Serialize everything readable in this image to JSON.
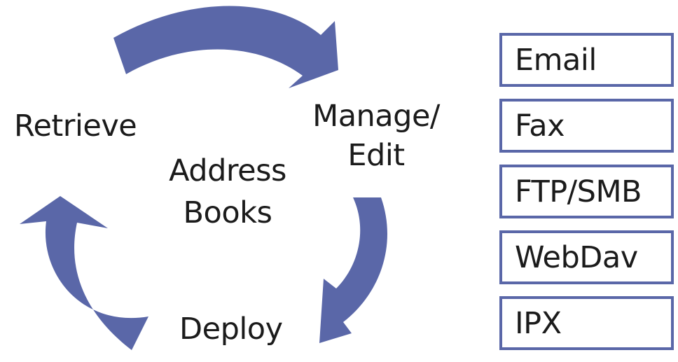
{
  "diagram": {
    "center_label_lines": [
      "Address",
      "Books"
    ],
    "stages": {
      "retrieve": "Retrieve",
      "manage_lines": [
        "Manage/",
        "Edit"
      ],
      "deploy": "Deploy"
    },
    "protocols": [
      "Email",
      "Fax",
      "FTP/SMB",
      "WebDav",
      "IPX"
    ],
    "colors": {
      "arrow": "#5a67a8",
      "box_border": "#5a67a8",
      "text": "#1b1b1b",
      "background": "#ffffff"
    }
  }
}
